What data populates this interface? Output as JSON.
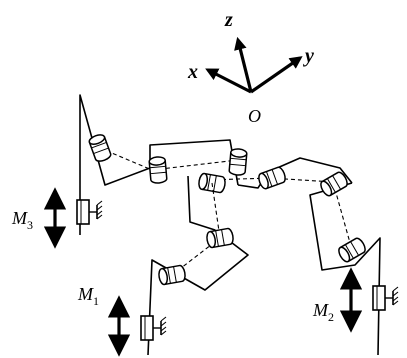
{
  "frame": {
    "z": "z",
    "x": "x",
    "y": "y",
    "origin": "O"
  },
  "motors": {
    "m1": {
      "symbol": "M",
      "index": "1"
    },
    "m2": {
      "symbol": "M",
      "index": "2"
    },
    "m3": {
      "symbol": "M",
      "index": "3"
    }
  }
}
